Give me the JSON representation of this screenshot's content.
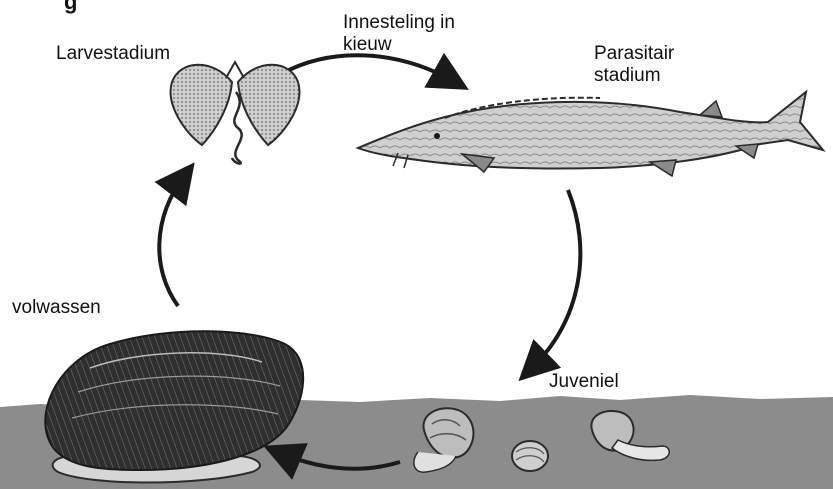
{
  "diagram": {
    "title_fragment": "g",
    "stages": {
      "larve": "Larvestadium",
      "innesteling_line1": "Innesteling in",
      "innesteling_line2": "kieuw",
      "parasitair_line1": "Parasitair",
      "parasitair_line2": "stadium",
      "juveniel": "Juveniel",
      "volwassen": "volwassen"
    },
    "colors": {
      "ground": "#8c8c8c",
      "arrow": "#1a1a1a",
      "ink": "#2b2b2b",
      "fish_body": "#c9c9c9",
      "shell_dark": "#3a3a3a"
    }
  }
}
